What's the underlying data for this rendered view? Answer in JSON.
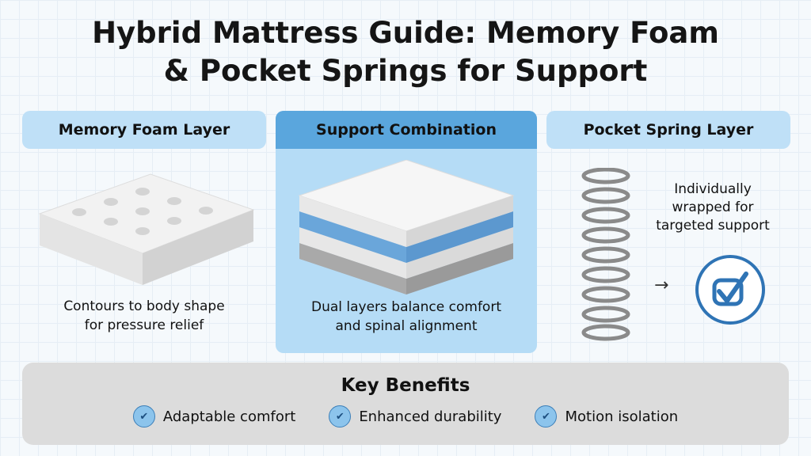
{
  "title": {
    "line1": "Hybrid Mattress Guide: Memory Foam",
    "line2": "& Pocket Springs for Support"
  },
  "panels": [
    {
      "heading": "Memory Foam Layer",
      "caption_line1": "Contours to body shape",
      "caption_line2": "for pressure relief"
    },
    {
      "heading": "Support Combination",
      "caption_line1": "Dual layers balance comfort",
      "caption_line2": "and spinal alignment"
    },
    {
      "heading": "Pocket Spring Layer",
      "note_line1": "Individually",
      "note_line2": "wrapped for",
      "note_line3": "targeted support",
      "arrow": "→"
    }
  ],
  "benefits": {
    "title": "Key Benefits",
    "items": [
      {
        "label": "Adaptable comfort"
      },
      {
        "label": "Enhanced durability"
      },
      {
        "label": "Motion isolation"
      }
    ],
    "check": "✔"
  },
  "colors": {
    "accent": "#5aa6dd",
    "light": "#bfe0f7",
    "check_blue": "#2f74b5"
  }
}
